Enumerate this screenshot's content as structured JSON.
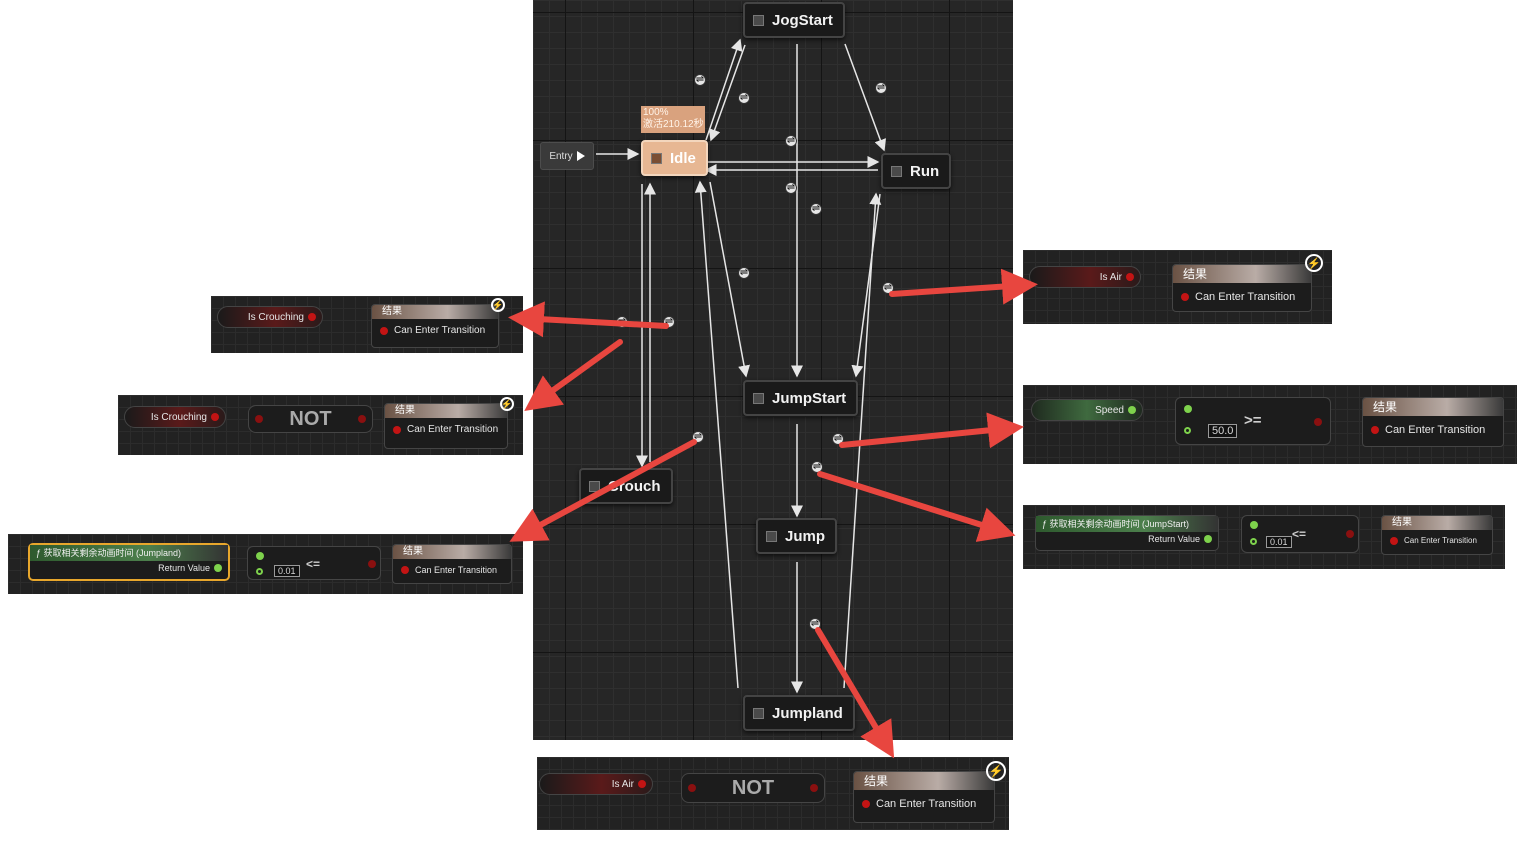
{
  "entry_label": "Entry",
  "idle_tooltip": {
    "line1": "100%",
    "line2": "激活210.12秒"
  },
  "states": {
    "jogstart": "JogStart",
    "idle": "Idle",
    "run": "Run",
    "jumpstart": "JumpStart",
    "crouch": "Crouch",
    "jump": "Jump",
    "jumpland": "Jumpland"
  },
  "rule_icon": "⇌",
  "conditions": {
    "crouch_enter": {
      "variable": "Is Crouching",
      "result_header": "结果",
      "result_label": "Can Enter Transition"
    },
    "crouch_exit": {
      "variable": "Is Crouching",
      "not_label": "NOT",
      "result_header": "结果",
      "result_label": "Can Enter Transition"
    },
    "jumpland_exit": {
      "function_label": "获取相关剩余动画时间 (Jumpland)",
      "return_label": "Return Value",
      "compare_value": "0.01",
      "operator": "<=",
      "result_header": "结果",
      "result_label": "Can Enter Transition"
    },
    "is_air": {
      "variable": "Is Air",
      "result_header": "结果",
      "result_label": "Can Enter Transition"
    },
    "speed": {
      "variable": "Speed",
      "compare_value": "50.0",
      "operator": ">=",
      "result_header": "结果",
      "result_label": "Can Enter Transition"
    },
    "jumpstart_exit": {
      "function_label": "获取相关剩余动画时间 (JumpStart)",
      "return_label": "Return Value",
      "compare_value": "0.01",
      "operator": "<=",
      "result_header": "结果",
      "result_label": "Can Enter Transition"
    },
    "not_air": {
      "variable": "Is Air",
      "not_label": "NOT",
      "result_header": "结果",
      "result_label": "Can Enter Transition"
    }
  },
  "colors": {
    "arrow": "#e8463f",
    "active_state": "#e7b793",
    "bool_pin": "#c31414",
    "float_pin": "#7ed24c"
  }
}
